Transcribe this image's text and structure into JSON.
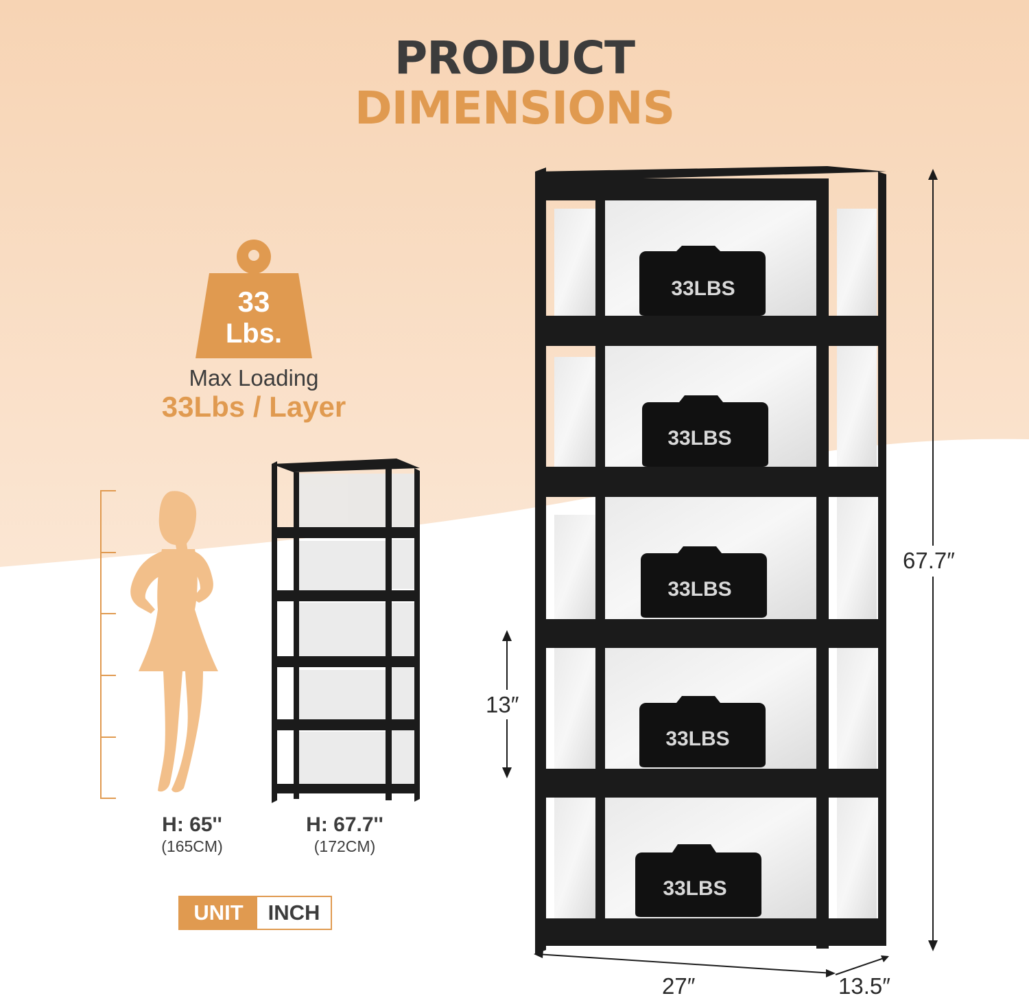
{
  "header": {
    "line1": "PRODUCT",
    "line2": "DIMENSIONS"
  },
  "load": {
    "weight_number": "33",
    "weight_unit": "Lbs.",
    "max_label": "Max Loading",
    "max_value": "33Lbs / Layer"
  },
  "comparison": {
    "person_height": "H: 65''",
    "person_height_cm": "(165CM)",
    "shelf_height": "H: 67.7''",
    "shelf_height_cm": "(172CM)"
  },
  "unit": {
    "label": "UNIT",
    "value": "INCH"
  },
  "shelf_weights": [
    "33LBS",
    "33LBS",
    "33LBS",
    "33LBS",
    "33LBS"
  ],
  "dimensions": {
    "height": "67.7″",
    "layer_gap": "13″",
    "width": "27″",
    "depth": "13.5″"
  },
  "colors": {
    "accent": "#e09a50",
    "peach_bg": "#f8dcc2",
    "text_dark": "#3c3c3c",
    "shelf_black": "#1b1b1b"
  }
}
